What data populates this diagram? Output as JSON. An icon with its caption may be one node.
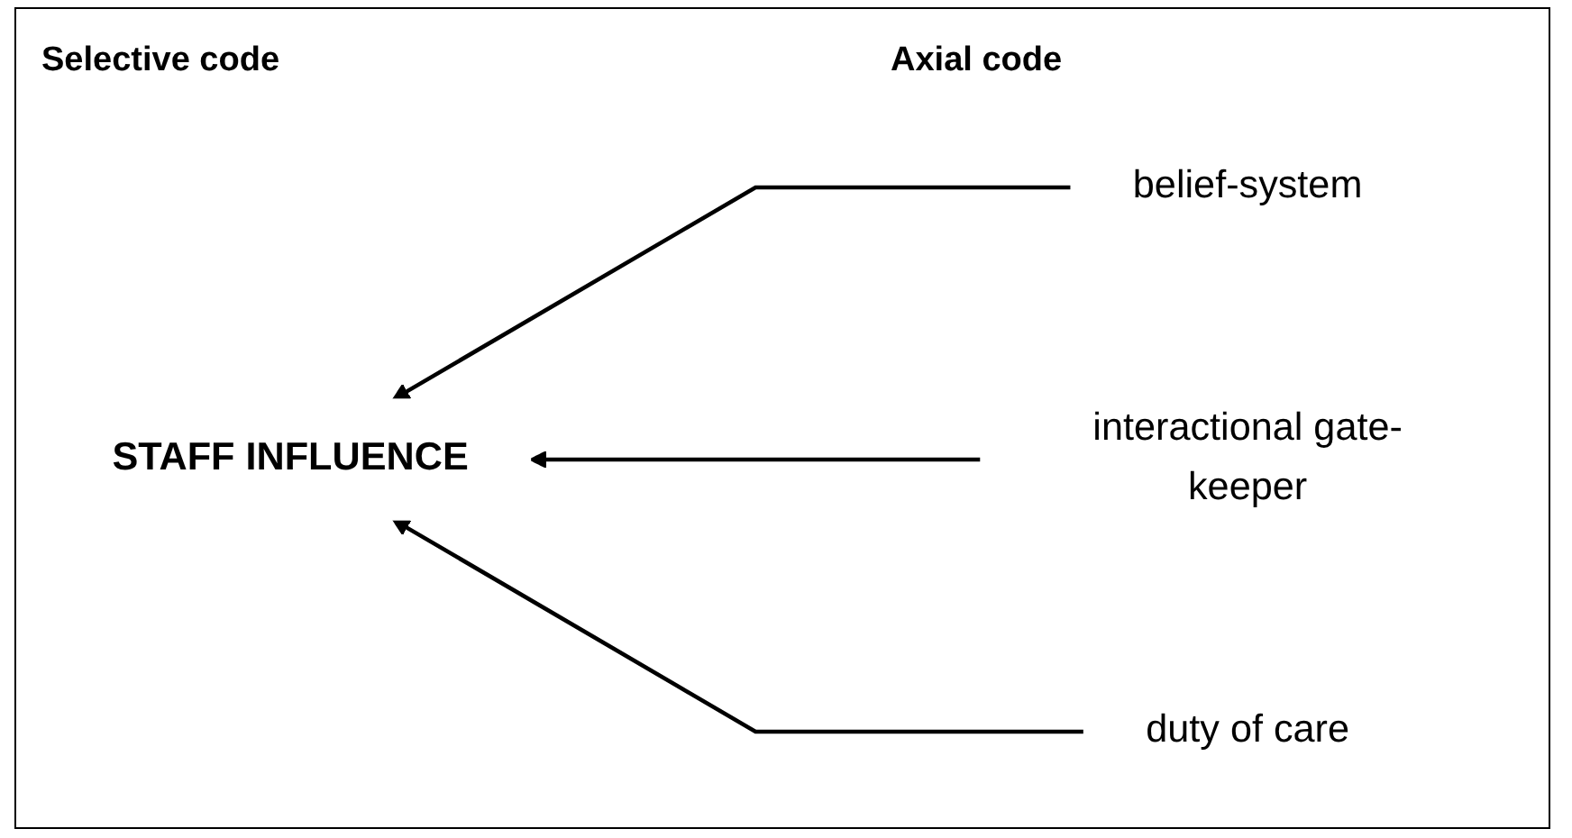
{
  "diagram": {
    "nodes": [
      {
        "text": [
          "STAFF INFLUENCE"
        ]
      },
      {
        "text": [
          "belief-system"
        ]
      },
      {
        "text": [
          "interactional gate-keeper"
        ]
      },
      {
        "text": [
          "duty of care"
        ]
      }
    ],
    "edges": [
      {
        "from": 1,
        "to": 0,
        "arrow": "to"
      },
      {
        "from": 2,
        "to": 0,
        "arrow": "to"
      },
      {
        "from": 3,
        "to": 0,
        "arrow": "to"
      }
    ],
    "labels": [
      "Selective code",
      "Axial code"
    ]
  }
}
